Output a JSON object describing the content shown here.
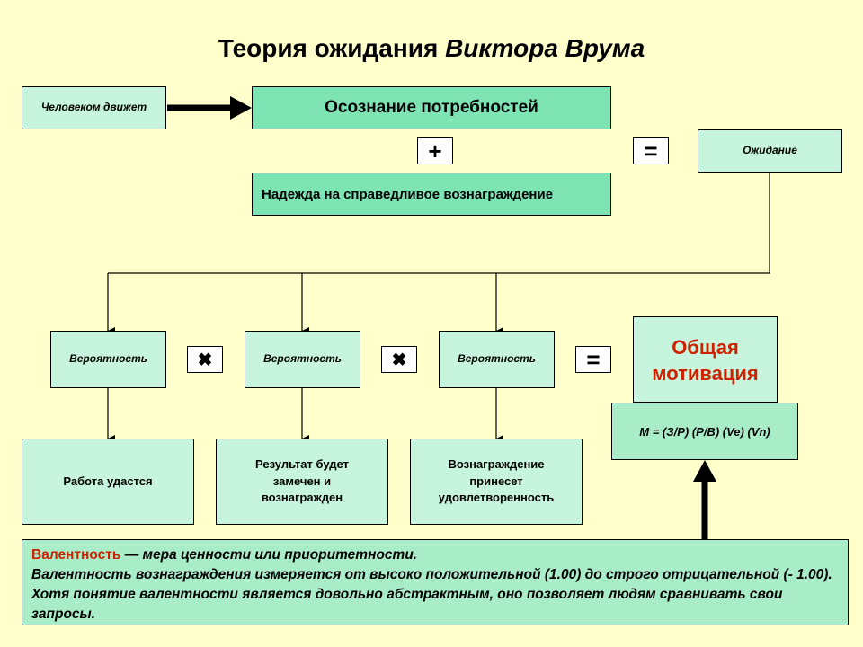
{
  "title": {
    "regular": "Теория ожидания ",
    "italic": "Виктора Врума"
  },
  "boxes": {
    "person": "Человеком движет",
    "needs": "Осознание потребностей",
    "hope": "Надежда на справедливое вознаграждение",
    "expectation": "Ожидание",
    "prob1": "Вероятность",
    "prob2": "Вероятность",
    "prob3": "Вероятность",
    "result1": "Работа удастся",
    "result2": "Результат будет замечен и вознагражден",
    "result3": "Вознаграждение принесет удовлетворенность",
    "total": "Общая мотивация",
    "formula": "M = (З/Р) (Р/В) (Ve) (Vn)"
  },
  "operators": {
    "plus": "+",
    "equals1": "=",
    "times1": "✖",
    "times2": "✖",
    "equals2": "="
  },
  "valence": {
    "term": "Валентность",
    "definition": " — мера ценности или приоритетности.",
    "text": "Валентность вознаграждения измеряется от высоко положительной (1.00) до строго отрицательной (- 1.00). Хотя понятие валентности является довольно абстрактным, оно позволяет людям сравнивать свои запросы."
  },
  "colors": {
    "background": "#ffffcc",
    "box_light": "#c6f4dc",
    "box_strong": "#7ee4b4",
    "accent_red": "#cc2200"
  }
}
